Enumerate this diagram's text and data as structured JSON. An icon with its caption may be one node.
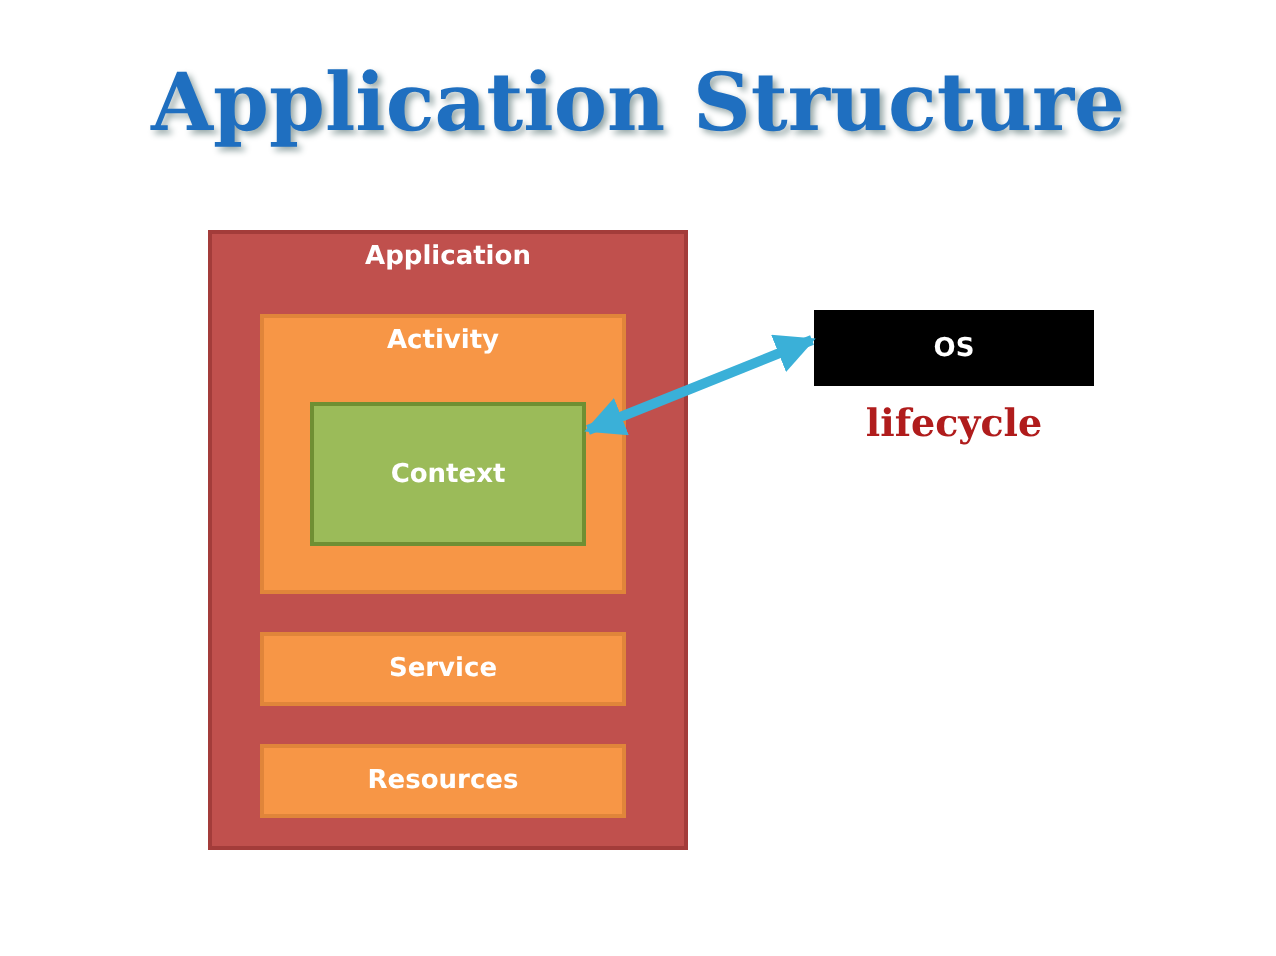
{
  "diagram": {
    "title": "Application Structure",
    "nodes": [
      {
        "text": [
          "Application"
        ]
      },
      {
        "text": [
          "Activity"
        ],
        "in": 0
      },
      {
        "text": [
          "Context"
        ],
        "in": 1
      },
      {
        "text": [
          "Service"
        ],
        "in": 0
      },
      {
        "text": [
          "Resources"
        ],
        "in": 0
      },
      {
        "text": [
          "OS"
        ],
        "beside": [
          "lifecycle"
        ]
      }
    ],
    "edges": [
      {
        "from": 2,
        "to": 5,
        "arrow": "both"
      }
    ]
  }
}
